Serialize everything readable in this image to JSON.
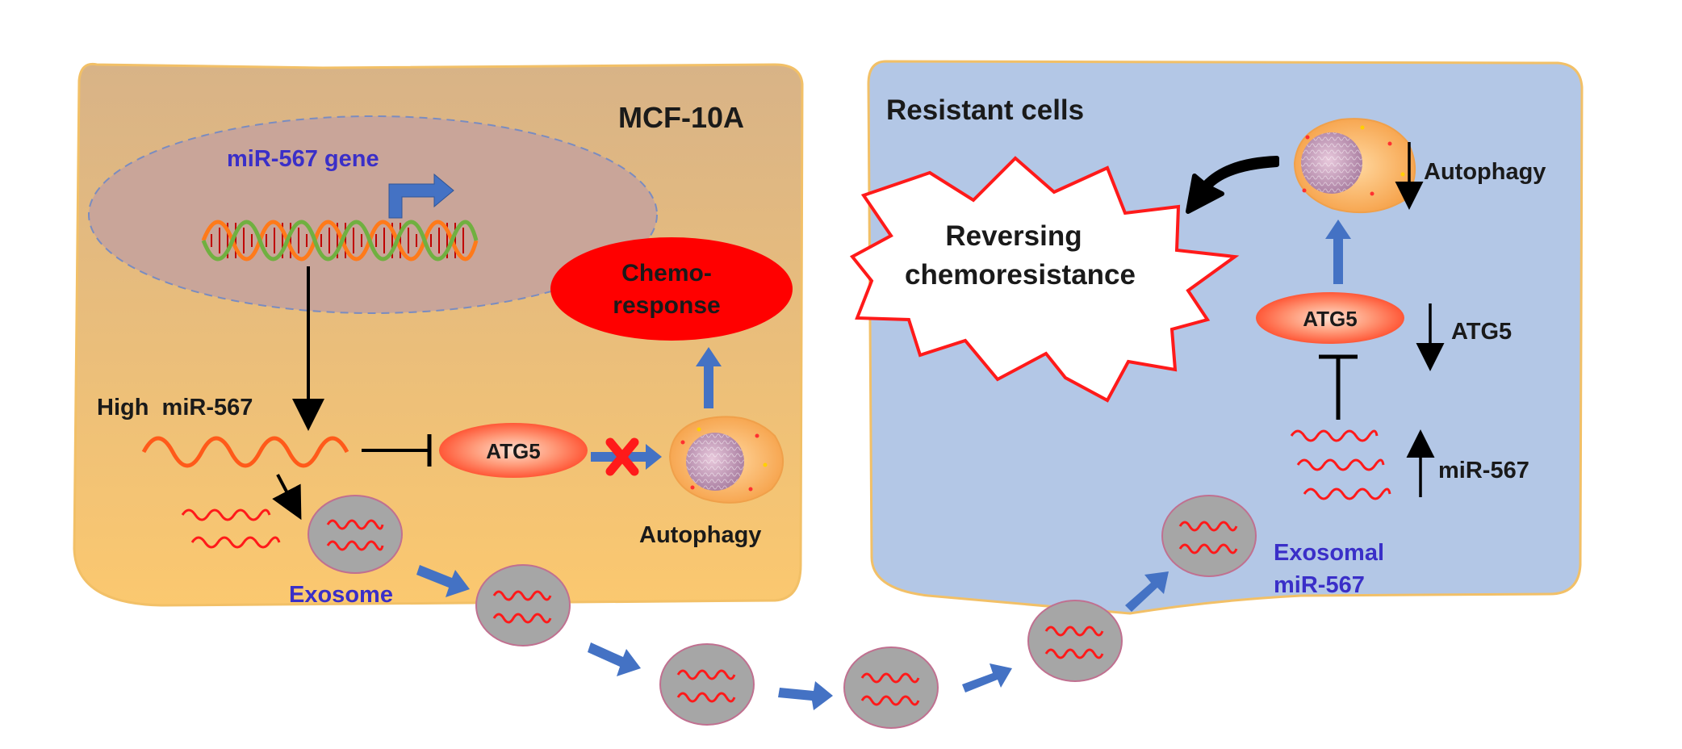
{
  "left_panel": {
    "title": "MCF-10A",
    "gene_label": "miR-567 gene",
    "high_label": "High  miR-567",
    "atg5_label": "ATG5",
    "chemo_line1": "Chemo-",
    "chemo_line2": "response",
    "autophagy_label": "Autophagy",
    "exosome_label": "Exosome"
  },
  "right_panel": {
    "title": "Resistant cells",
    "reversing_line1": "Reversing",
    "reversing_line2": "chemoresistance",
    "autophagy_label": "Autophagy",
    "atg5_pill": "ATG5",
    "atg5_label": "ATG5",
    "mir_label": "miR-567",
    "exosomal_line1": "Exosomal",
    "exosomal_line2": "miR-567"
  },
  "colors": {
    "left_panel_top": "#d8b387",
    "left_panel_bottom": "#fbc86f",
    "right_panel": "#b3c7e6",
    "panel_border": "#f2c067",
    "blue_text": "#3a2fc8",
    "red": "#ff0000",
    "arrow_blue": "#4472c4",
    "exosome_gray": "#a6a6a6"
  }
}
